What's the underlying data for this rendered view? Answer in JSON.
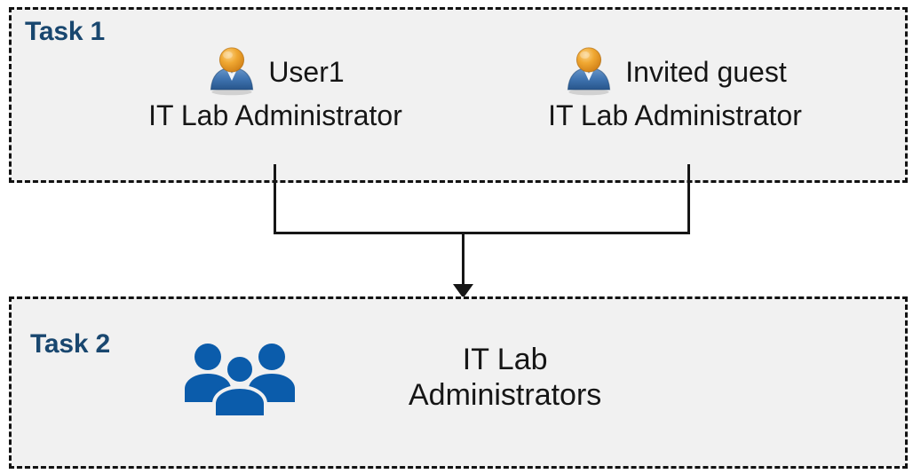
{
  "diagram": {
    "title_hidden": "",
    "background": "#FFFFFF",
    "box_fill": "#F1F1F1",
    "box_border": "#121212",
    "accent_color": "#19476F",
    "icon_blue": "#0B5CAB",
    "connector_color": "#161616"
  },
  "task1": {
    "label": "Task 1",
    "people": [
      {
        "icon": "user-icon",
        "name": "User1",
        "role": "IT Lab Administrator"
      },
      {
        "icon": "user-icon",
        "name": "Invited guest",
        "role": "IT Lab Administrator"
      }
    ]
  },
  "task2": {
    "label": "Task 2",
    "group": {
      "icon": "group-of-people-icon",
      "name": "IT Lab\nAdministrators"
    }
  },
  "connector": {
    "name": "merge-arrow-connector",
    "direction": "down",
    "from": [
      "User1",
      "Invited guest"
    ],
    "to": "IT Lab Administrators"
  }
}
